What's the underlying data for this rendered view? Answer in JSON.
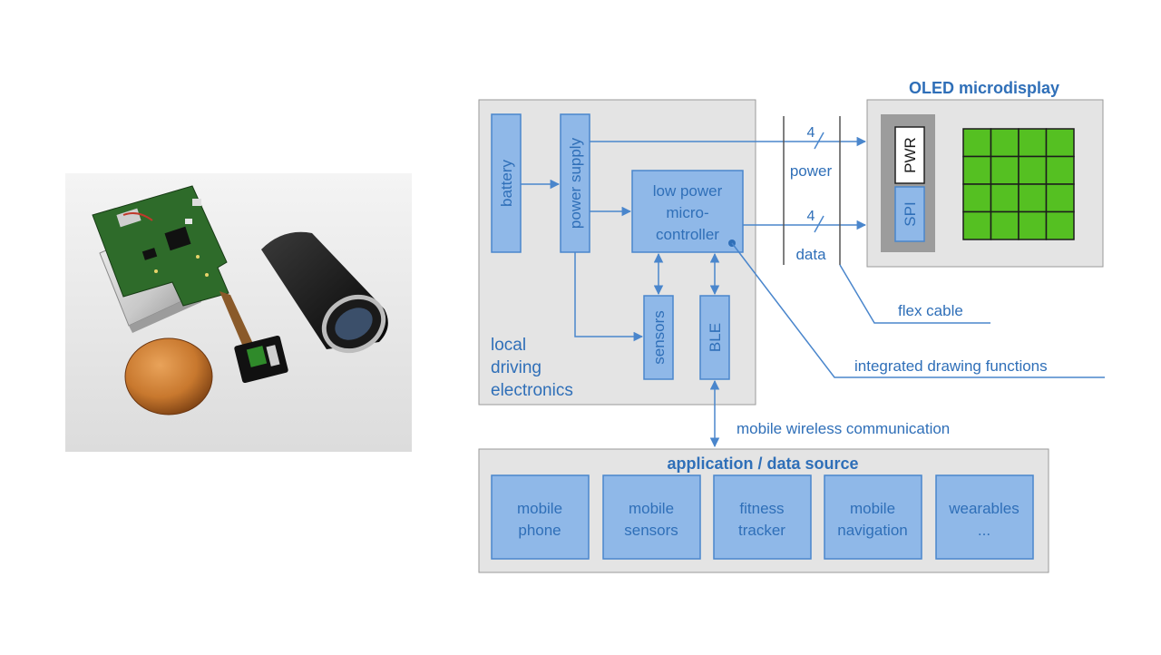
{
  "colors": {
    "accent": "#4a86cc",
    "box_fill": "#8fb8e8",
    "panel_gray": "#e4e4e4",
    "pixel_green": "#55c022",
    "pcb_green": "#2e6b2a",
    "copper": "#c8782e"
  },
  "photo": {
    "battery_print": "...",
    "coin": "coin",
    "display_module": "microdisplay module",
    "housing": "optics housing"
  },
  "diagram": {
    "oled_title": "OLED microdisplay",
    "battery": "battery",
    "power_supply": "power supply",
    "mcu_line1": "low power",
    "mcu_line2": "micro-",
    "mcu_line3": "controller",
    "sensors": "sensors",
    "ble": "BLE",
    "local_line1": "local",
    "local_line2": "driving",
    "local_line3": "electronics",
    "bus_power_count": "4",
    "bus_power_label": "power",
    "bus_data_count": "4",
    "bus_data_label": "data",
    "spi": "SPI",
    "pwr": "PWR",
    "flex_cable": "flex cable",
    "integrated_drawing": "integrated drawing functions",
    "mobile_wireless": "mobile wireless communication",
    "app_title": "application / data source",
    "sources": [
      {
        "line1": "mobile",
        "line2": "phone"
      },
      {
        "line1": "mobile",
        "line2": "sensors"
      },
      {
        "line1": "fitness",
        "line2": "tracker"
      },
      {
        "line1": "mobile",
        "line2": "navigation"
      },
      {
        "line1": "wearables",
        "line2": "..."
      }
    ]
  }
}
